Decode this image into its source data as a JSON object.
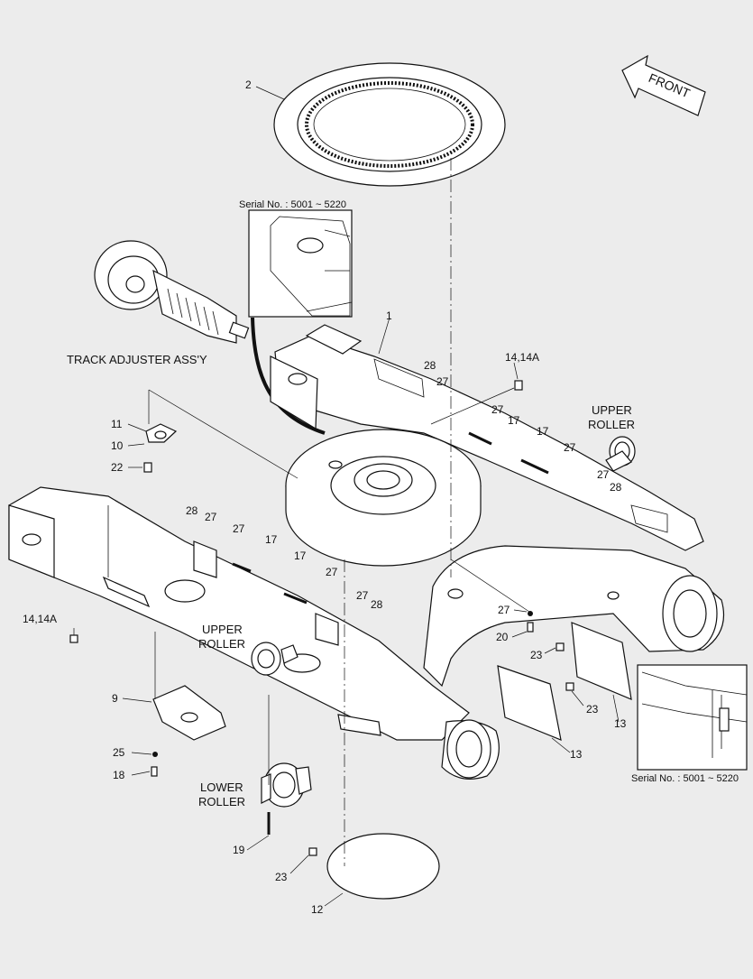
{
  "front_label": "FRONT",
  "serial_top": "Serial No. : 5001 ~ 5220",
  "serial_bottom": "Serial No. : 5001 ~ 5220",
  "track_adjuster": "TRACK ADJUSTER ASS'Y",
  "upper_roller_right": [
    "UPPER",
    "ROLLER"
  ],
  "upper_roller_left": [
    "UPPER",
    "ROLLER"
  ],
  "lower_roller": [
    "LOWER",
    "ROLLER"
  ],
  "callouts": {
    "p2": "2",
    "p1": "1",
    "p11": "11",
    "p10": "10",
    "p22": "22",
    "p28a": "28",
    "p27a": "27",
    "p14a": "14,14A",
    "p27b": "27",
    "p17a": "17",
    "p17b": "17",
    "p27c": "27",
    "p27d": "27",
    "p28b": "28",
    "p28c": "28",
    "p27e": "27",
    "p27f": "27",
    "p17c": "17",
    "p17d": "17",
    "p27g": "27",
    "p27h": "27",
    "p28d": "28",
    "p14b": "14,14A",
    "p27i": "27",
    "p20": "20",
    "p23a": "23",
    "p23b": "23",
    "p13a": "13",
    "p13b": "13",
    "p9": "9",
    "p25": "25",
    "p18": "18",
    "p19": "19",
    "p23c": "23",
    "p12": "12"
  }
}
